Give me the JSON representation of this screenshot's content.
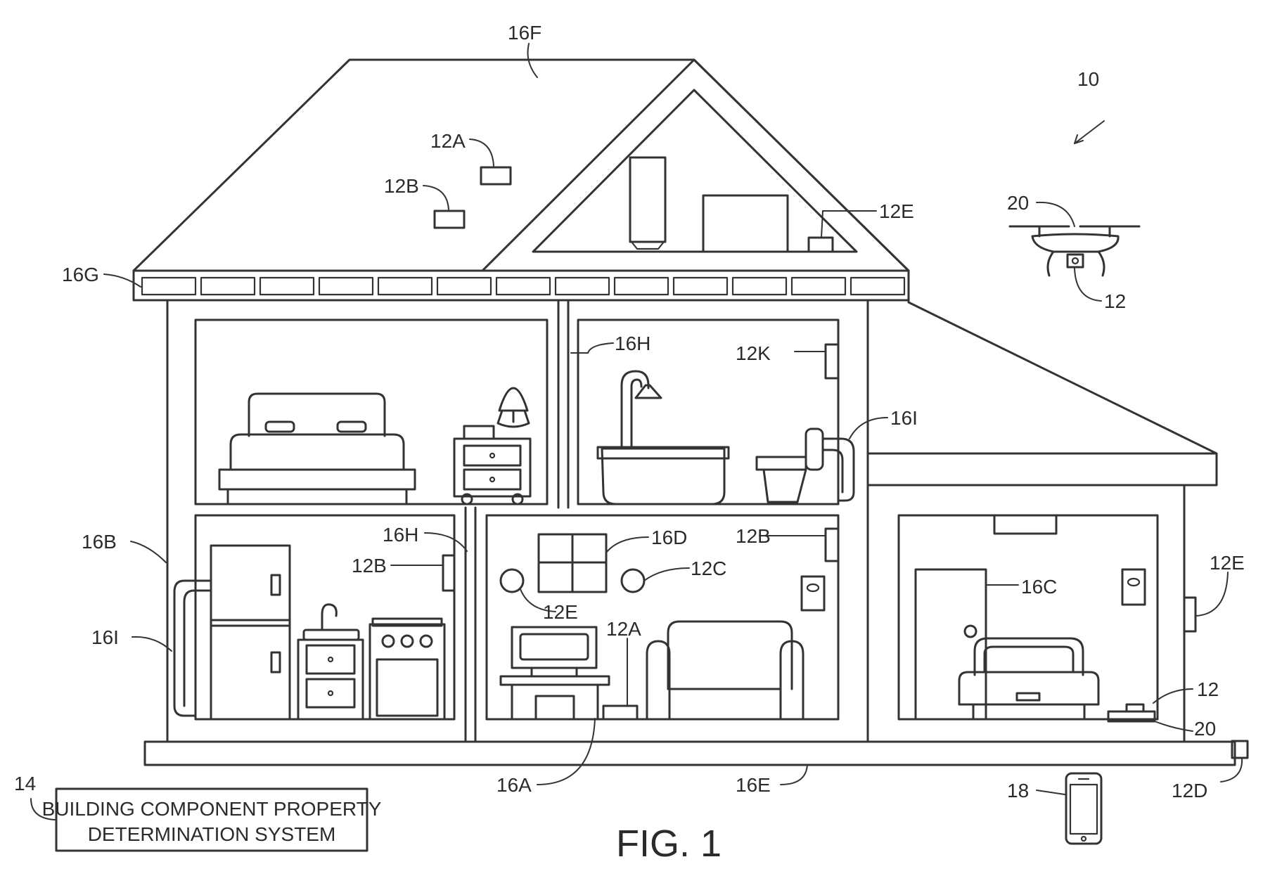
{
  "figure": {
    "caption": "FIG. 1",
    "system_box": {
      "line1": "BUILDING COMPONENT PROPERTY",
      "line2": "DETERMINATION SYSTEM"
    },
    "labels": {
      "ref_10": "10",
      "ref_16F": "16F",
      "ref_12A_roof": "12A",
      "ref_12B_roof": "12B",
      "ref_12E_attic": "12E",
      "ref_20_drone": "20",
      "ref_12_drone": "12",
      "ref_16G": "16G",
      "ref_16H_upper": "16H",
      "ref_12K": "12K",
      "ref_16I_bath": "16I",
      "ref_16B": "16B",
      "ref_16H_lower": "16H",
      "ref_12B_kitchen": "12B",
      "ref_16I_kitchen": "16I",
      "ref_16D": "16D",
      "ref_12B_living": "12B",
      "ref_12C": "12C",
      "ref_12E_living": "12E",
      "ref_12A_living": "12A",
      "ref_16C": "16C",
      "ref_12E_garage": "12E",
      "ref_12_garage": "12",
      "ref_20_garage": "20",
      "ref_14": "14",
      "ref_16A": "16A",
      "ref_16E": "16E",
      "ref_18": "18",
      "ref_12D": "12D"
    }
  }
}
